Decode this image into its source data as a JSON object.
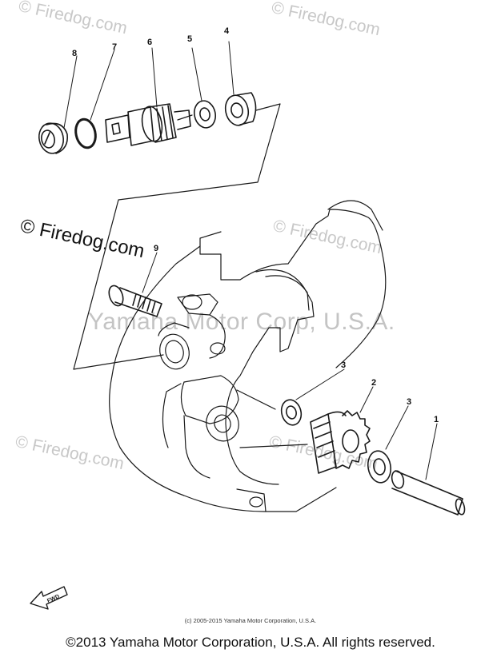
{
  "watermarks": {
    "brand": "© Firedog.com",
    "brand_dark": "© Firedog.com",
    "maker": "Yamaha Motor Corp, U.S.A."
  },
  "callouts": [
    "8",
    "7",
    "6",
    "5",
    "4",
    "9",
    "3",
    "2",
    "3",
    "1"
  ],
  "fwd_label": "FWD",
  "footer": {
    "small": "(c) 2005-2015 Yamaha Motor Corporation, U.S.A.",
    "main": "©2013 Yamaha Motor Corporation, U.S.A. All rights reserved."
  }
}
